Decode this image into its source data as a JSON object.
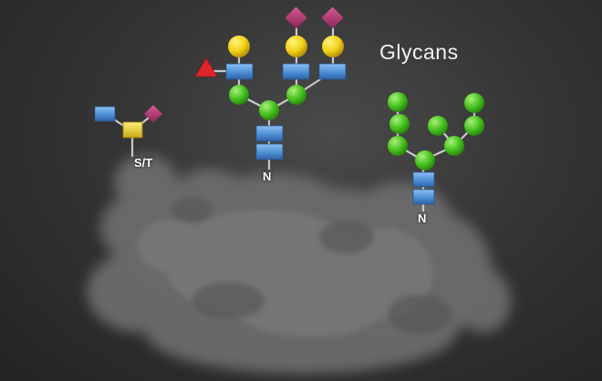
{
  "title": "Glycans",
  "attachment_labels": {
    "o_linked": "S/T",
    "n_linked_complex": "N",
    "n_linked_highmannose": "N"
  },
  "colors": {
    "background": "#2e2e2e",
    "protein": "#6f6f6f",
    "blue_square": "#4d8fd6",
    "yellow_circle": "#f2d21a",
    "yellow_square": "#efd21c",
    "green_circle": "#47c21f",
    "magenta_diamond": "#b0356f",
    "red_triangle": "#e0242a",
    "linkage": "#c8c8c8"
  },
  "structures": [
    {
      "name": "o-linked-glycan",
      "symbols": [
        "yellow-square",
        "blue-square",
        "magenta-diamond"
      ]
    },
    {
      "name": "complex-n-glycan",
      "symbols": [
        "blue-square",
        "blue-square",
        "green-circle",
        "green-circle",
        "green-circle",
        "blue-square",
        "blue-square",
        "blue-square",
        "yellow-circle",
        "yellow-circle",
        "yellow-circle",
        "magenta-diamond",
        "magenta-diamond",
        "red-triangle"
      ]
    },
    {
      "name": "high-mannose-n-glycan",
      "symbols": [
        "blue-square",
        "blue-square",
        "green-circle",
        "green-circle",
        "green-circle",
        "green-circle",
        "green-circle",
        "green-circle",
        "green-circle",
        "green-circle"
      ]
    }
  ]
}
